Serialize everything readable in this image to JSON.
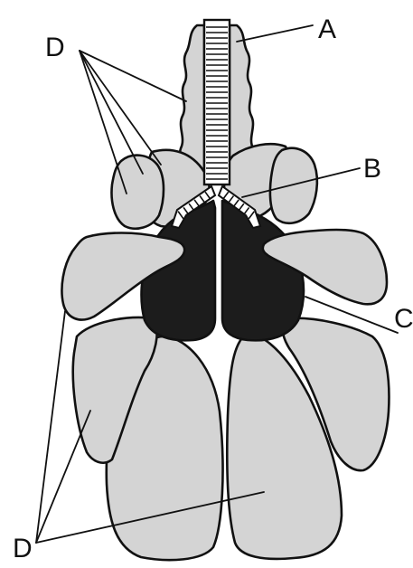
{
  "diagram": {
    "labels": {
      "a": "A",
      "b": "B",
      "c": "C",
      "d_top": "D",
      "d_bottom": "D"
    },
    "colors": {
      "background": "#ffffff",
      "air_sac_fill": "#d4d4d4",
      "lung_fill": "#1c1c1c",
      "outline": "#111111"
    }
  }
}
